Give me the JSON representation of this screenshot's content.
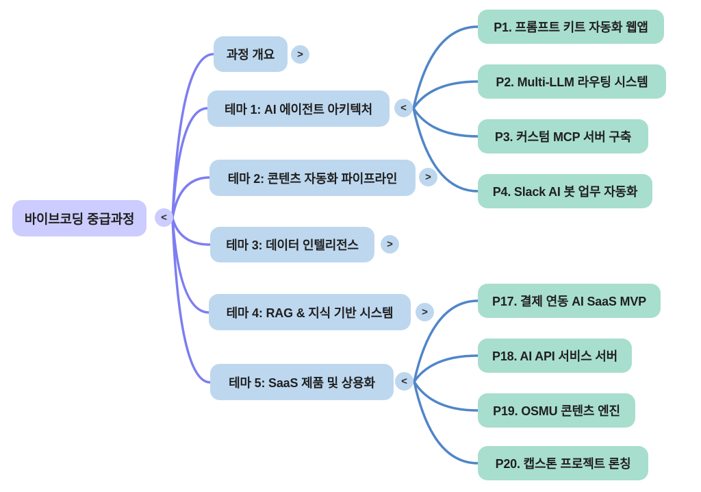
{
  "canvas": {
    "background": "#ffffff"
  },
  "colors": {
    "root_fill": "#ccccff",
    "branch_fill": "#bdd7ee",
    "leaf_fill": "#a8decd",
    "root_link": "#7d7df2",
    "branch_link": "#4f86c8",
    "text": "#1f1f1f"
  },
  "mindmap": {
    "root": {
      "label": "바이브코딩 중급과정",
      "toggle": "<"
    },
    "branches": [
      {
        "label": "과정 개요",
        "toggle": ">"
      },
      {
        "label": "테마 1: AI 에이전트 아키텍처",
        "toggle": "<",
        "children": [
          {
            "label": "P1. 프롬프트 키트 자동화 웹앱"
          },
          {
            "label": "P2. Multi-LLM 라우팅 시스템"
          },
          {
            "label": "P3. 커스텀 MCP 서버 구축"
          },
          {
            "label": "P4. Slack AI 봇 업무 자동화"
          }
        ]
      },
      {
        "label": "테마 2: 콘텐츠 자동화 파이프라인",
        "toggle": ">"
      },
      {
        "label": "테마 3: 데이터 인텔리전스",
        "toggle": ">"
      },
      {
        "label": "테마 4: RAG & 지식 기반 시스템",
        "toggle": ">"
      },
      {
        "label": "테마 5: SaaS 제품 및 상용화",
        "toggle": "<",
        "children": [
          {
            "label": "P17. 결제 연동 AI SaaS MVP"
          },
          {
            "label": "P18. AI API 서비스 서버"
          },
          {
            "label": "P19. OSMU 콘텐츠 엔진"
          },
          {
            "label": "P20. 캡스톤 프로젝트 론칭"
          }
        ]
      }
    ]
  }
}
